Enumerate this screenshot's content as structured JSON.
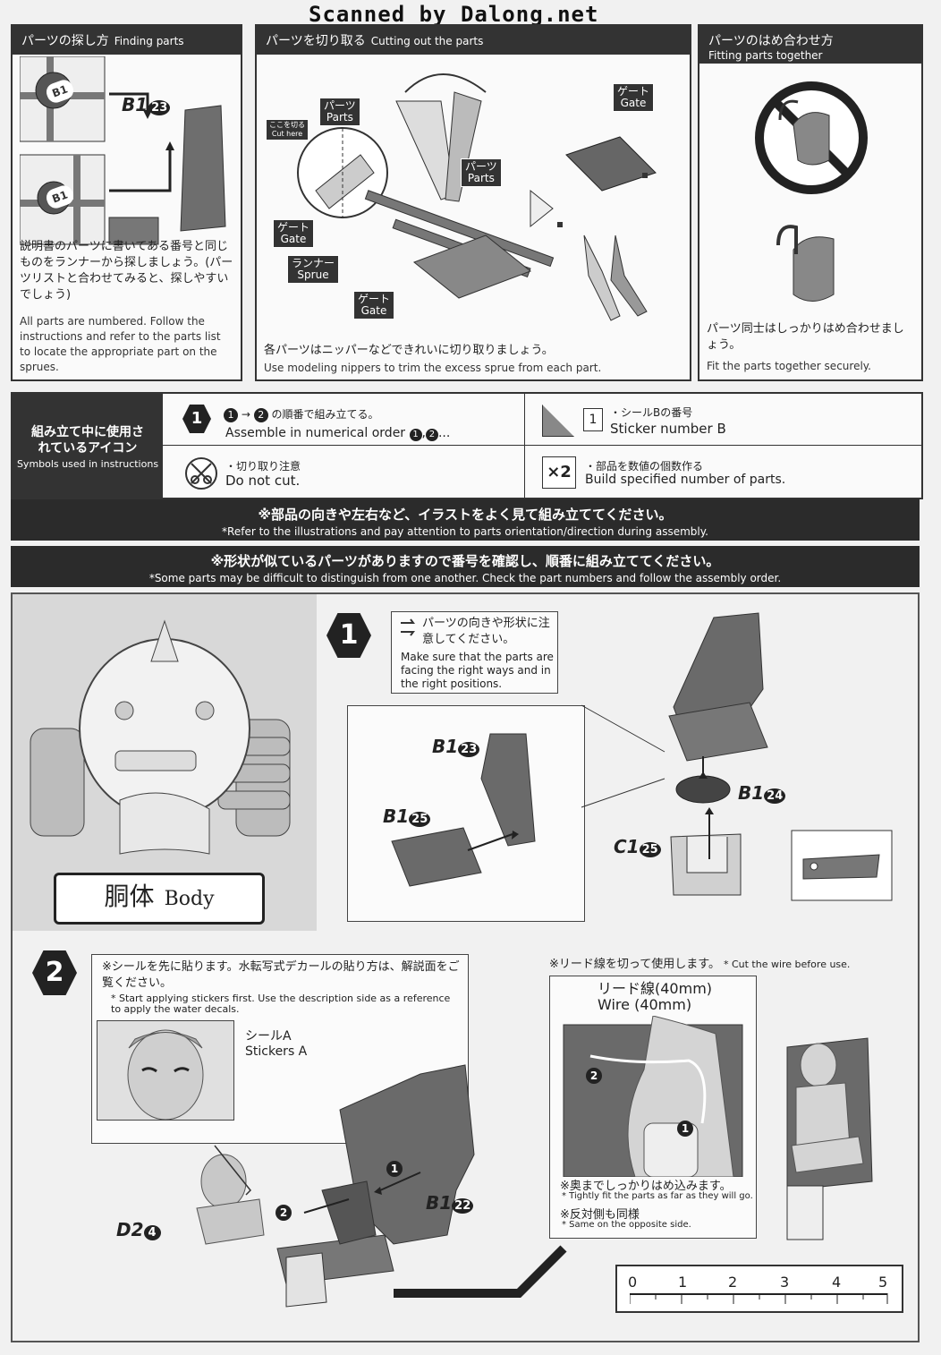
{
  "watermark": "Scanned by Dalong.net",
  "finding": {
    "title_jp": "パーツの探し方",
    "title_en": "Finding parts",
    "part_label": "B1",
    "part_num": "23",
    "sprue_tag1": "B1",
    "sprue_tag2": "B1",
    "desc_jp": "説明書のパーツに書いてある番号と同じものをランナーから探しましょう。(パーツリストと合わせてみると、探しやすいでしょう)",
    "desc_en": "All parts are numbered. Follow the instructions and refer to the parts list to locate the appropriate part on the sprues."
  },
  "cutting": {
    "title_jp": "パーツを切り取る",
    "title_en": "Cutting out the parts",
    "label_parts_jp": "パーツ",
    "label_parts_en": "Parts",
    "label_cut_jp": "ここを切る",
    "label_cut_en": "Cut here",
    "label_gate_jp": "ゲート",
    "label_gate_en": "Gate",
    "label_sprue_jp": "ランナー",
    "label_sprue_en": "Sprue",
    "desc_jp": "各パーツはニッパーなどできれいに切り取りましょう。",
    "desc_en": "Use modeling nippers to trim the excess sprue from each part."
  },
  "fitting": {
    "title_jp": "パーツのはめ合わせ方",
    "title_en": "Fitting parts together",
    "desc_jp": "パーツ同士はしっかりはめ合わせましょう。",
    "desc_en": "Fit the parts together securely."
  },
  "icons": {
    "header_jp": "組み立て中に使用されているアイコン",
    "header_en": "Symbols used in instructions",
    "order_num": "1",
    "order_a": "1",
    "order_arrow": "→",
    "order_b": "2",
    "order_jp": "の順番で組み立てる。",
    "order_en": "Assemble in numerical order",
    "order_suffix": ",",
    "order_tail": "...",
    "sticker_box": "1",
    "sticker_jp": "・シールBの番号",
    "sticker_en": "Sticker number B",
    "nocut_jp": "・切り取り注意",
    "nocut_en": "Do not cut.",
    "multiply_symbol": "×2",
    "multiply_jp": "・部品を数値の個数作る",
    "multiply_en": "Build specified number of parts."
  },
  "notice1": {
    "jp": "※部品の向きや左右など、イラストをよく見て組み立ててください。",
    "en": "*Refer to the illustrations and pay attention to parts orientation/direction during assembly."
  },
  "notice2": {
    "jp": "※形状が似ているパーツがありますので番号を確認し、順番に組み立ててください。",
    "en": "*Some parts may be difficult to distinguish from one another. Check the part numbers and follow the assembly order."
  },
  "section": {
    "title_jp": "胴体",
    "title_en": "Body"
  },
  "step1": {
    "num": "1",
    "note_jp": "パーツの向きや形状に注意してください。",
    "note_en": "Make sure that the parts are facing the right ways and in the right positions.",
    "p_b1_23": "B1",
    "n_b1_23": "23",
    "p_b1_25": "B1",
    "n_b1_25": "25",
    "p_b1_24": "B1",
    "n_b1_24": "24",
    "p_c1_25": "C1",
    "n_c1_25": "25"
  },
  "step2": {
    "num": "2",
    "note_jp": "※シールを先に貼ります。水転写式デカールの貼り方は、解説面をご覧ください。",
    "note_en": "* Start applying stickers first. Use the description side as a reference to apply the water decals.",
    "sticker_jp": "シールA",
    "sticker_en": "Stickers A",
    "p_d2": "D2",
    "n_d2": "4",
    "p_b1": "B1",
    "n_b1": "22",
    "order1": "1",
    "order2": "2",
    "wire_note_jp": "※リード線を切って使用します。",
    "wire_note_en": "* Cut the wire before use.",
    "wire_jp": "リード線(40mm)",
    "wire_en": "Wire (40mm)",
    "fit_jp": "※奥までしっかりはめ込みます。",
    "fit_en": "* Tightly fit the parts as far as they will go.",
    "opp_jp": "※反対側も同様",
    "opp_en": "* Same on the opposite side.",
    "wire_order1": "1",
    "wire_order2": "2"
  },
  "ruler": {
    "ticks": [
      "0",
      "1",
      "2",
      "3",
      "4",
      "5"
    ]
  }
}
